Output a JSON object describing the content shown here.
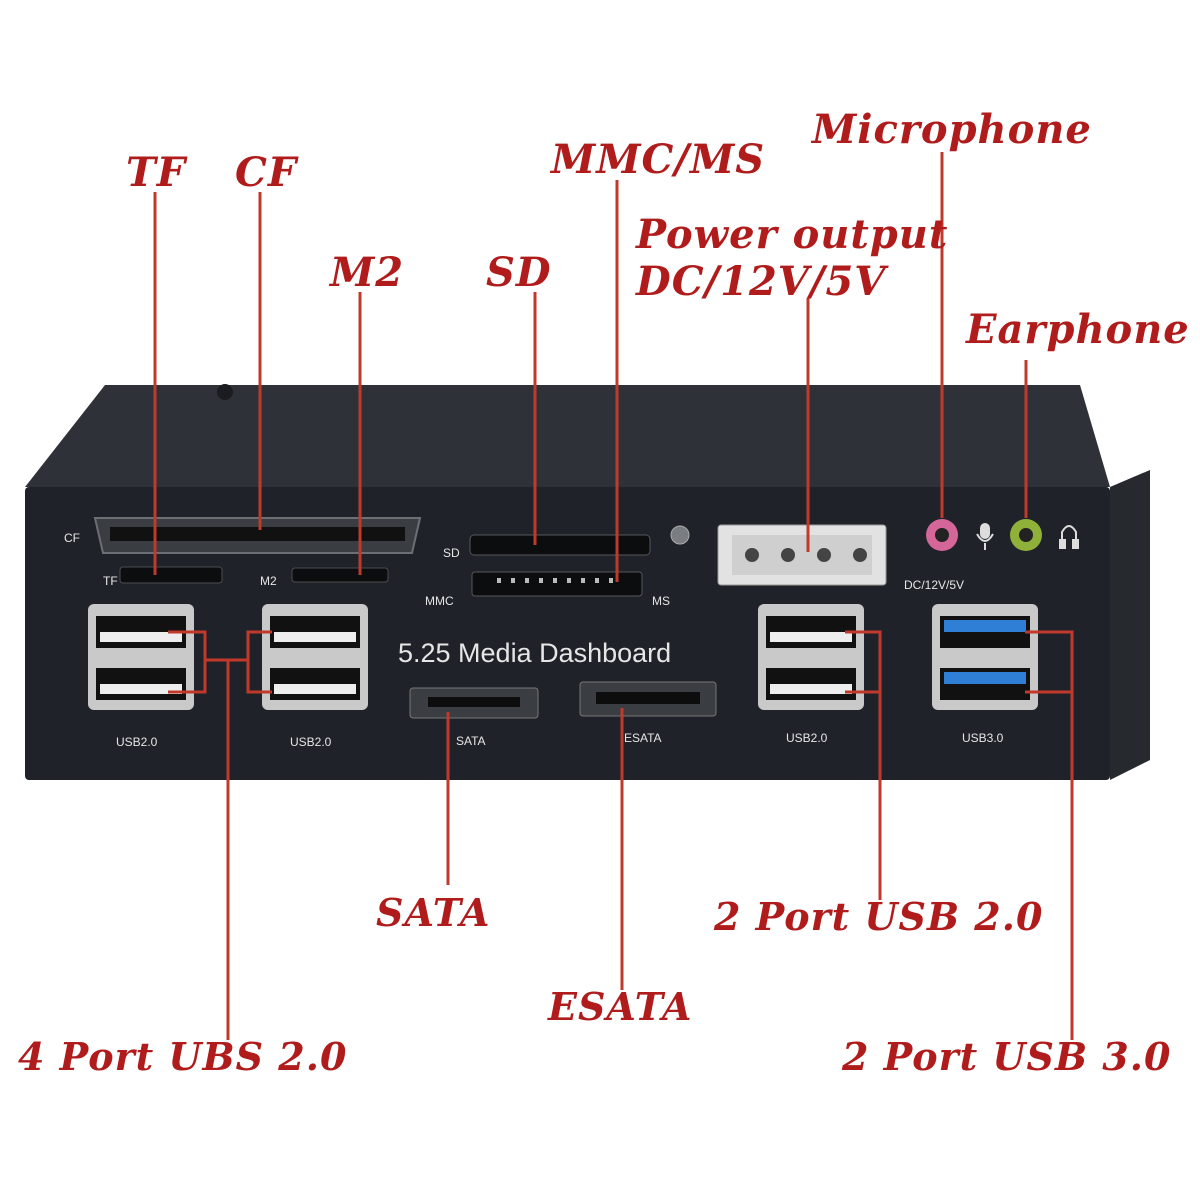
{
  "callouts": {
    "tf": "TF",
    "cf": "CF",
    "m2": "M2",
    "sd": "SD",
    "mmc_ms": "MMC/MS",
    "power_line1": "Power output",
    "power_line2": "DC/12V/5V",
    "microphone": "Microphone",
    "earphone": "Earphone",
    "sata": "SATA",
    "esata": "ESATA",
    "usb2_2port": "2 Port USB 2.0",
    "usb2_4port": "4 Port UBS 2.0",
    "usb3_2port": "2 Port USB 3.0"
  },
  "panel": {
    "title": "5.25 Media Dashboard",
    "labels": {
      "cf": "CF",
      "tf": "TF",
      "m2": "M2",
      "sd": "SD",
      "mmc": "MMC",
      "ms": "MS",
      "dc": "DC/12V/5V",
      "usb2_a": "USB2.0",
      "usb2_b": "USB2.0",
      "sata": "SATA",
      "esata": "ESATA",
      "usb2_c": "USB2.0",
      "usb3": "USB3.0"
    }
  },
  "colors": {
    "callout_text": "#b01c1c",
    "leader_line": "#c0392b",
    "panel_face": "#1f2228",
    "panel_top": "#2e3238",
    "usb3_blue": "#2f7fd6",
    "mic_pink": "#d4669a",
    "earphone_green": "#8fb13a"
  },
  "icons": [
    "microphone-icon",
    "headphone-icon"
  ]
}
